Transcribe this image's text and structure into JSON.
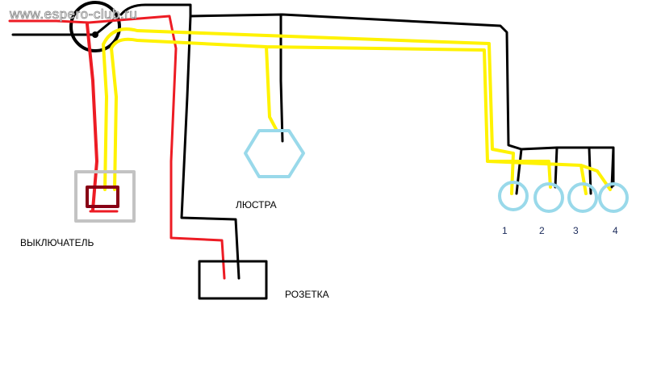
{
  "watermark": "www.espero-club.ru",
  "labels": {
    "switch": "ВЫКЛЮЧАТЕЛЬ",
    "chandelier": "ЛЮСТРА",
    "socket": "РОЗЕТКА"
  },
  "lamps": [
    "1",
    "2",
    "3",
    "4"
  ],
  "colors": {
    "phase": "#ed1c24",
    "neutral": "#000000",
    "switched": "#fff200",
    "lamp": "#99d9ea",
    "switch_box": "#c3c3c3",
    "switch_key": "#880015"
  }
}
